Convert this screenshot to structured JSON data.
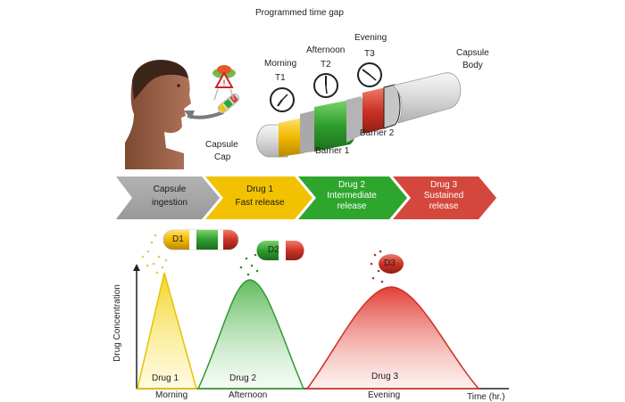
{
  "header": {
    "title": "Programmed time gap"
  },
  "clocks": [
    {
      "period": "Morning",
      "tag": "T1"
    },
    {
      "period": "Afternoon",
      "tag": "T2"
    },
    {
      "period": "Evening",
      "tag": "T3"
    }
  ],
  "capsule_labels": {
    "cap": [
      "Capsule",
      "Cap"
    ],
    "body": [
      "Capsule",
      "Body"
    ],
    "barrier1": "Barrier 1",
    "barrier2": "Barrier 2"
  },
  "stages": [
    {
      "line1": "Capsule",
      "line2": "ingestion",
      "line3": "",
      "color": "#8c8c8c",
      "text_color": "#1a1a1a"
    },
    {
      "line1": "Drug 1",
      "line2": "Fast release",
      "line3": "",
      "color": "#f2c200",
      "text_color": "#1a1a1a"
    },
    {
      "line1": "Drug 2",
      "line2": "Intermediate",
      "line3": "release",
      "color": "#2ea62e",
      "text_color": "#ffffff"
    },
    {
      "line1": "Drug 3",
      "line2": "Sustained",
      "line3": "release",
      "color": "#d4473c",
      "text_color": "#ffffff"
    }
  ],
  "pills": [
    {
      "label": "D1"
    },
    {
      "label": "D2"
    },
    {
      "label": "D3"
    }
  ],
  "chart": {
    "ylabel": "Drug Concentration",
    "xlabel": "Time (hr.)",
    "peaks": [
      {
        "label": "Drug 1",
        "color": "#f2d21a",
        "time": "Morning"
      },
      {
        "label": "Drug 2",
        "color": "#3aaa35",
        "time": "Afternoon"
      },
      {
        "label": "Drug 3",
        "color": "#e0362c",
        "time": "Evening"
      }
    ]
  },
  "colors": {
    "yellow": "#f2c200",
    "green": "#2ea62e",
    "red": "#d4473c",
    "gray": "#9a9a9a"
  }
}
